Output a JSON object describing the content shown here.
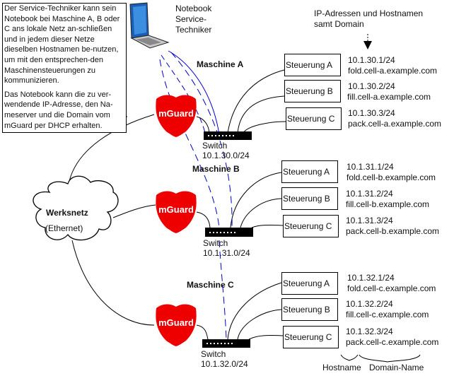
{
  "note": {
    "paragraphs": [
      "Der Service-Techniker kann sein Notebook bei Maschine A, B oder C ans lokale Netz an-schließen und in jedem dieser Netze dieselben Hostnamen be-nutzen, um mit den entsprechen-den Maschinensteuerungen zu kommunizieren.",
      "Das Notebook kann die zu ver-wendende IP-Adresse, den Na-meserver und die Domain vom mGuard per DHCP erhalten."
    ]
  },
  "notebook": {
    "line1": "Notebook",
    "line2": "Service-",
    "line3": "Techniker",
    "icon": "laptop-icon"
  },
  "header": {
    "line1": "IP-Adressen und Hostnamen",
    "line2": "samt Domain"
  },
  "werksnetz": {
    "title": "Werksnetz",
    "subtitle": "(Ethernet)"
  },
  "mguard_label": "mGuard",
  "colors": {
    "mguard": "#ee0000",
    "switch": "#000000",
    "wireless": "#0000cc"
  },
  "machines": [
    {
      "label": "Maschine A",
      "switch_label": "Switch",
      "subnet": "10.1.30.0/24",
      "controllers": [
        {
          "name": "Steuerung A",
          "ip": "10.1.30.1/24",
          "host": "fold.cell-a.example.com"
        },
        {
          "name": "Steuerung B",
          "ip": "10.1.30.2/24",
          "host": "fill.cell-a.example.com"
        },
        {
          "name": "Steuerung C",
          "ip": "10.1.30.3/24",
          "host": "pack.cell-a.example.com"
        }
      ]
    },
    {
      "label": "Maschine B",
      "switch_label": "Switch",
      "subnet": "10.1.31.0/24",
      "controllers": [
        {
          "name": "Steuerung A",
          "ip": "10.1.31.1/24",
          "host": "fold.cell-b.example.com"
        },
        {
          "name": "Steuerung B",
          "ip": "10.1.31.2/24",
          "host": "fill.cell-b.example.com"
        },
        {
          "name": "Steuerung C",
          "ip": "10.1.31.3/24",
          "host": "pack.cell-b.example.com"
        }
      ]
    },
    {
      "label": "Maschine C",
      "switch_label": "Switch",
      "subnet": "10.1.32.0/24",
      "controllers": [
        {
          "name": "Steuerung A",
          "ip": "10.1.32.1/24",
          "host": "fold.cell-c.example.com"
        },
        {
          "name": "Steuerung B",
          "ip": "10.1.32.2/24",
          "host": "fill.cell-c.example.com"
        },
        {
          "name": "Steuerung C",
          "ip": "10.1.32.3/24",
          "host": "pack.cell-c.example.com"
        }
      ]
    }
  ],
  "legend": {
    "hostname": "Hostname",
    "domain": "Domain-Name"
  }
}
